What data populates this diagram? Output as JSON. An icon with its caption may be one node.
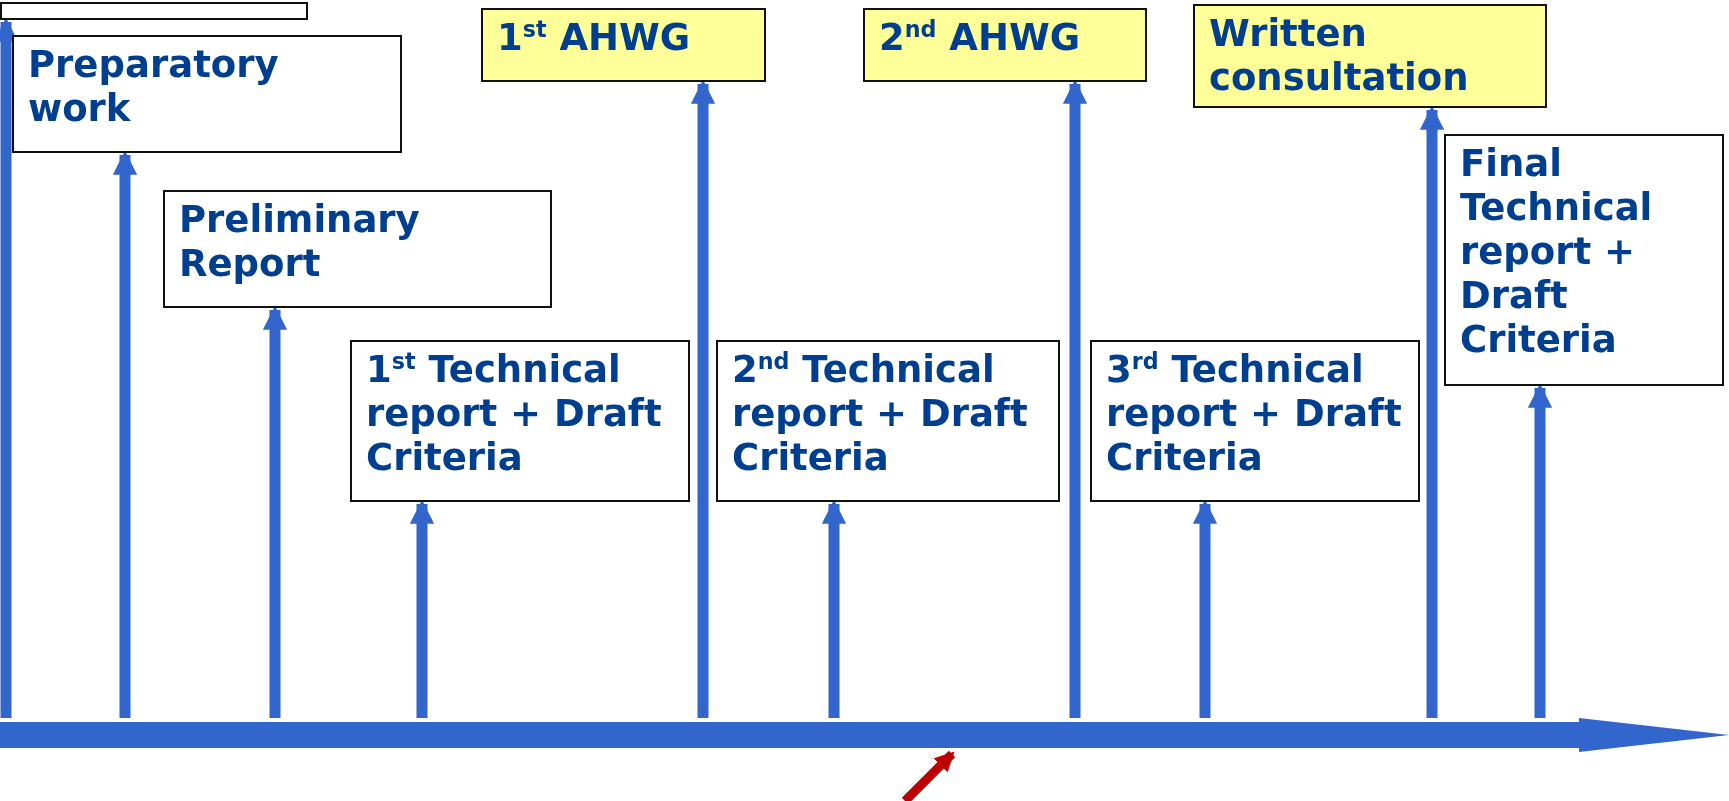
{
  "diagram": {
    "nodes": [
      {
        "text": [],
        "shape": "box"
      },
      {
        "text": [
          "1$^{st}$ AHWG"
        ]
      },
      {
        "text": [
          "2$^{nd}$ AHWG"
        ]
      },
      {
        "text": [
          "Written consultation"
        ]
      },
      {
        "text": [
          "Preparatory work"
        ]
      },
      {
        "text": [
          "Preliminary Report"
        ]
      },
      {
        "text": [
          "Final Technical report + Draft Criteria"
        ]
      },
      {
        "text": [
          "1$^{st}$ Technical report + Draft Criteria"
        ]
      },
      {
        "text": [
          "2$^{nd}$ Technical report + Draft Criteria"
        ]
      },
      {
        "text": [
          "3$^{rd}$  Technical report + Draft Criteria"
        ]
      },
      {
        "text": [],
        "shape": "bar"
      }
    ],
    "edges": [
      {
        "from": 10,
        "to": 0,
        "arrow": "to"
      },
      {
        "from": 10,
        "to": 4,
        "arrow": "to"
      },
      {
        "from": 10,
        "to": 5,
        "arrow": "to"
      },
      {
        "from": 10,
        "to": 7,
        "arrow": "to"
      },
      {
        "from": 10,
        "to": 1,
        "arrow": "to"
      },
      {
        "from": 10,
        "to": 8,
        "arrow": "to"
      },
      {
        "from": 10,
        "to": 2,
        "arrow": "to"
      },
      {
        "from": 10,
        "to": 9,
        "arrow": "to"
      },
      {
        "from": 10,
        "to": 3,
        "arrow": "to"
      },
      {
        "from": 10,
        "to": 6,
        "arrow": "to"
      },
      {
        "from": null,
        "to": 10,
        "arrow": "to",
        "color": "#c00000"
      }
    ]
  }
}
